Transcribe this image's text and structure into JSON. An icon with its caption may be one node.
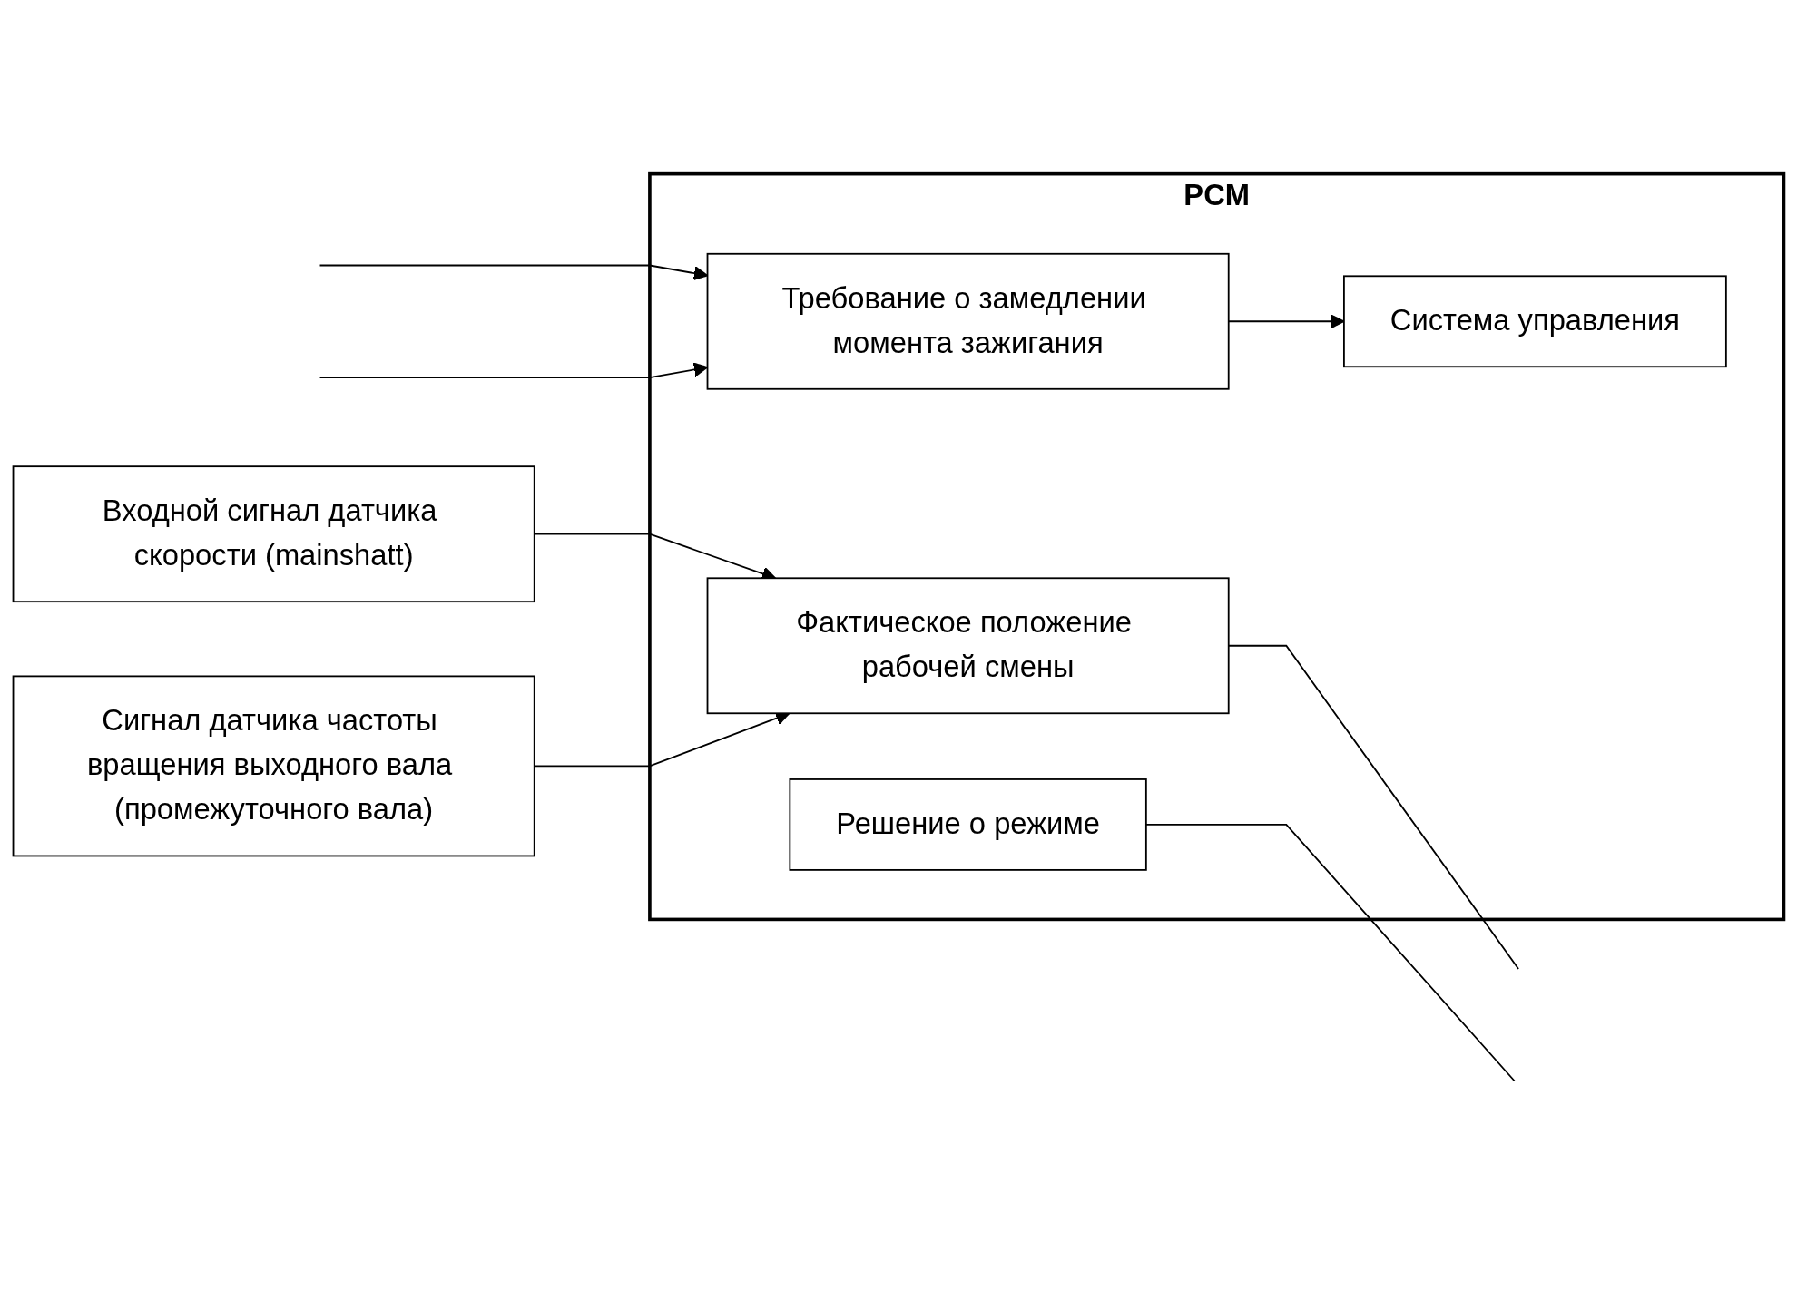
{
  "diagram": {
    "nodes": [
      {
        "text": [
          "PCM"
        ]
      },
      {
        "text": [
          "Входной сигнал датчика скорости (mainshatt)"
        ]
      },
      {
        "text": [
          "Сигнал датчика частоты вращения выходного вала (промежуточного вала)"
        ]
      },
      {
        "text": [
          "Фактическое положение рабочей смены"
        ],
        "in": 0
      },
      {
        "text": [
          "Требование о замедлении момента зажигания"
        ],
        "in": 0
      },
      {
        "text": [
          "Решение о режиме"
        ],
        "in": 0
      },
      {
        "text": [
          "Система управления"
        ],
        "in": 0
      }
    ],
    "edges": [
      {
        "from": 1,
        "to": 3,
        "arrow": "to"
      },
      {
        "from": 2,
        "to": 3,
        "arrow": "to"
      },
      {
        "from": null,
        "to": 4,
        "arrow": "to"
      },
      {
        "from": null,
        "to": 4,
        "arrow": "to"
      },
      {
        "from": 4,
        "to": 6,
        "arrow": "to"
      },
      {
        "from": 3,
        "to": null,
        "arrow": "none"
      },
      {
        "from": 5,
        "to": null,
        "arrow": "none"
      }
    ]
  }
}
